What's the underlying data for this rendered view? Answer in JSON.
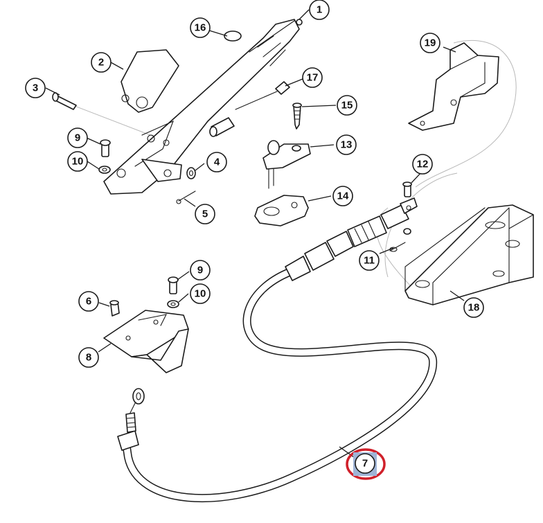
{
  "colors": {
    "line": "#1a1a1a",
    "highlight_ring": "#d0202a",
    "highlight_fill": "#9fb4d6"
  },
  "callouts": [
    {
      "id": "c1",
      "label": "1"
    },
    {
      "id": "c2",
      "label": "2"
    },
    {
      "id": "c3",
      "label": "3"
    },
    {
      "id": "c4",
      "label": "4"
    },
    {
      "id": "c5",
      "label": "5"
    },
    {
      "id": "c6",
      "label": "6"
    },
    {
      "id": "c7",
      "label": "7",
      "highlighted": true
    },
    {
      "id": "c8",
      "label": "8"
    },
    {
      "id": "c9a",
      "label": "9"
    },
    {
      "id": "c9b",
      "label": "9"
    },
    {
      "id": "c10a",
      "label": "10"
    },
    {
      "id": "c10b",
      "label": "10"
    },
    {
      "id": "c11",
      "label": "11"
    },
    {
      "id": "c12",
      "label": "12"
    },
    {
      "id": "c13",
      "label": "13"
    },
    {
      "id": "c14",
      "label": "14"
    },
    {
      "id": "c15",
      "label": "15"
    },
    {
      "id": "c16",
      "label": "16"
    },
    {
      "id": "c17",
      "label": "17"
    },
    {
      "id": "c18",
      "label": "18"
    },
    {
      "id": "c19",
      "label": "19"
    }
  ]
}
